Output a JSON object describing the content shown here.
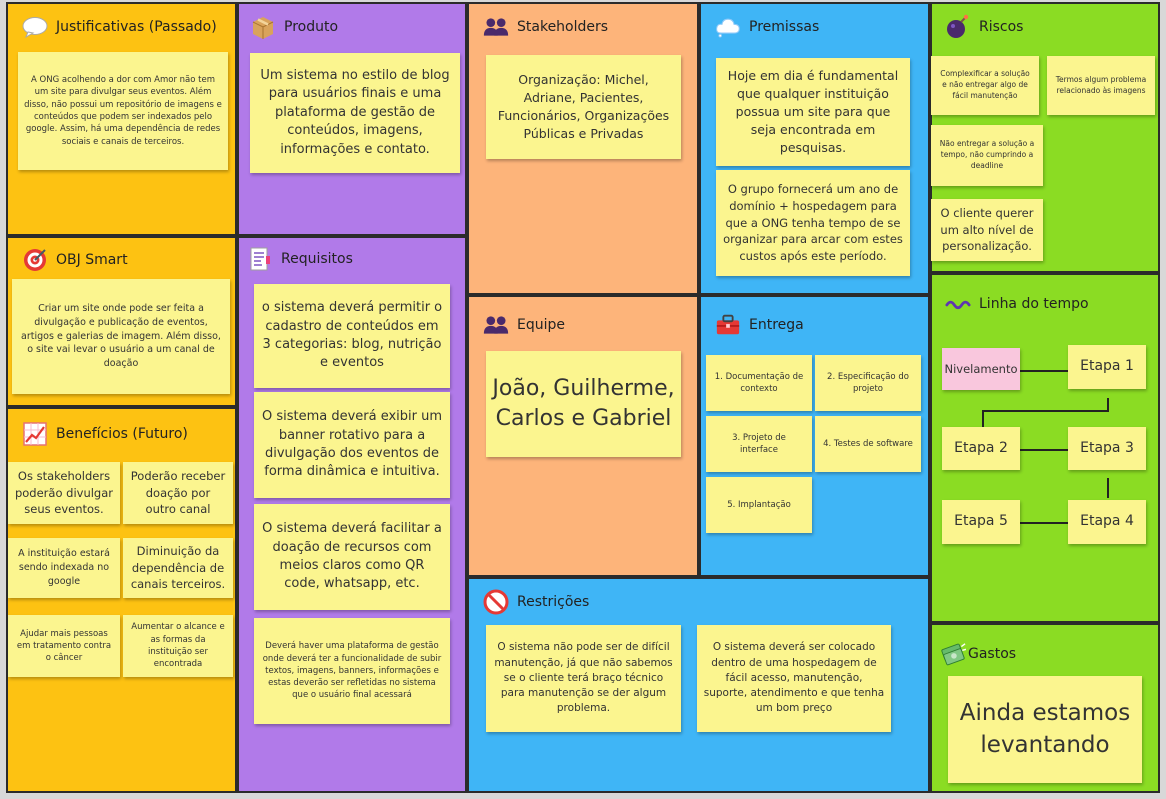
{
  "colors": {
    "yellow": "#fdc212",
    "purple": "#b17ae9",
    "orange": "#fdb47a",
    "blue": "#3fb5f6",
    "green": "#8bdc23",
    "sticky": "#fbf58f",
    "sticky_pink": "#f9c7dd"
  },
  "justificativas": {
    "title": "Justificativas (Passado)",
    "icon": "speech-bubble-icon",
    "note": "A ONG acolhendo a dor com Amor não tem um site para divulgar seus eventos. Além disso, não possui um repositório de imagens e conteúdos que podem ser indexados pelo google. Assim, há uma dependência de redes sociais e canais de terceiros."
  },
  "obj_smart": {
    "title": "OBJ Smart",
    "icon": "target-icon",
    "note": "Criar um site onde pode ser feita a divulgação e publicação de eventos, artigos e galerias de imagem. Além disso, o site vai levar o usuário a um canal de doação"
  },
  "beneficios": {
    "title": "Benefícios (Futuro)",
    "icon": "chart-icon",
    "notes": [
      "Os stakeholders poderão divulgar seus eventos.",
      "Poderão receber doação por outro canal",
      "A instituição estará sendo indexada no google",
      "Diminuição da dependência de canais terceiros.",
      "Ajudar mais pessoas em tratamento contra o câncer",
      "Aumentar o alcance e as formas da instituição ser encontrada"
    ]
  },
  "produto": {
    "title": "Produto",
    "icon": "box-icon",
    "note": "Um sistema no estilo de blog para usuários finais e uma plataforma de gestão de conteúdos, imagens, informações e contato."
  },
  "requisitos": {
    "title": "Requisitos",
    "icon": "document-icon",
    "notes": [
      "o sistema deverá permitir o cadastro de conteúdos em 3 categorias: blog, nutrição e eventos",
      "O sistema deverá exibir um banner rotativo para a divulgação dos eventos de forma dinâmica e intuitiva.",
      "O sistema deverá facilitar a doação de recursos com meios claros como QR code, whatsapp, etc.",
      "Deverá haver uma plataforma de gestão onde deverá ter a funcionalidade de subir textos, imagens, banners, informações e estas deverão ser refletidas no sistema que o usuário final acessará"
    ]
  },
  "stakeholders": {
    "title": "Stakeholders",
    "icon": "people-icon",
    "note": "Organização: Michel, Adriane, Pacientes, Funcionários, Organizações Públicas e Privadas"
  },
  "equipe": {
    "title": "Equipe",
    "icon": "people-icon",
    "note": "João, Guilherme, Carlos e Gabriel"
  },
  "premissas": {
    "title": "Premissas",
    "icon": "cloud-icon",
    "notes": [
      "Hoje em dia é fundamental que qualquer instituição possua um site para que seja encontrada em pesquisas.",
      "O grupo fornecerá um ano de domínio + hospedagem para que a ONG tenha tempo de se organizar para arcar com estes custos após este período."
    ]
  },
  "entrega": {
    "title": "Entrega",
    "icon": "toolbox-icon",
    "notes": [
      "1. Documentação de contexto",
      "2. Especificação do projeto",
      "3. Projeto de interface",
      "4. Testes de software",
      "5. Implantação"
    ]
  },
  "restricoes": {
    "title": "Restrições",
    "icon": "prohibited-icon",
    "notes": [
      "O sistema não pode ser de difícil manutenção, já que não sabemos se o cliente terá braço técnico para manutenção se der algum problema.",
      "O sistema deverá ser colocado dentro de uma hospedagem de fácil acesso, manutenção, suporte, atendimento e que tenha um bom preço"
    ]
  },
  "riscos": {
    "title": "Riscos",
    "icon": "bomb-icon",
    "notes": [
      "Complexificar a solução e não entregar algo de fácil manutenção",
      "Termos algum problema relacionado às imagens",
      "Não entregar a solução a tempo, não cumprindo a deadline",
      "O cliente querer um alto nível de personalização."
    ]
  },
  "linha_do_tempo": {
    "title": "Linha do tempo",
    "icon": "wave-icon",
    "items": [
      "Nivelamento",
      "Etapa 1",
      "Etapa 2",
      "Etapa 3",
      "Etapa 4",
      "Etapa 5"
    ]
  },
  "gastos": {
    "title": "Gastos",
    "icon": "money-icon",
    "note": "Ainda estamos levantando"
  }
}
